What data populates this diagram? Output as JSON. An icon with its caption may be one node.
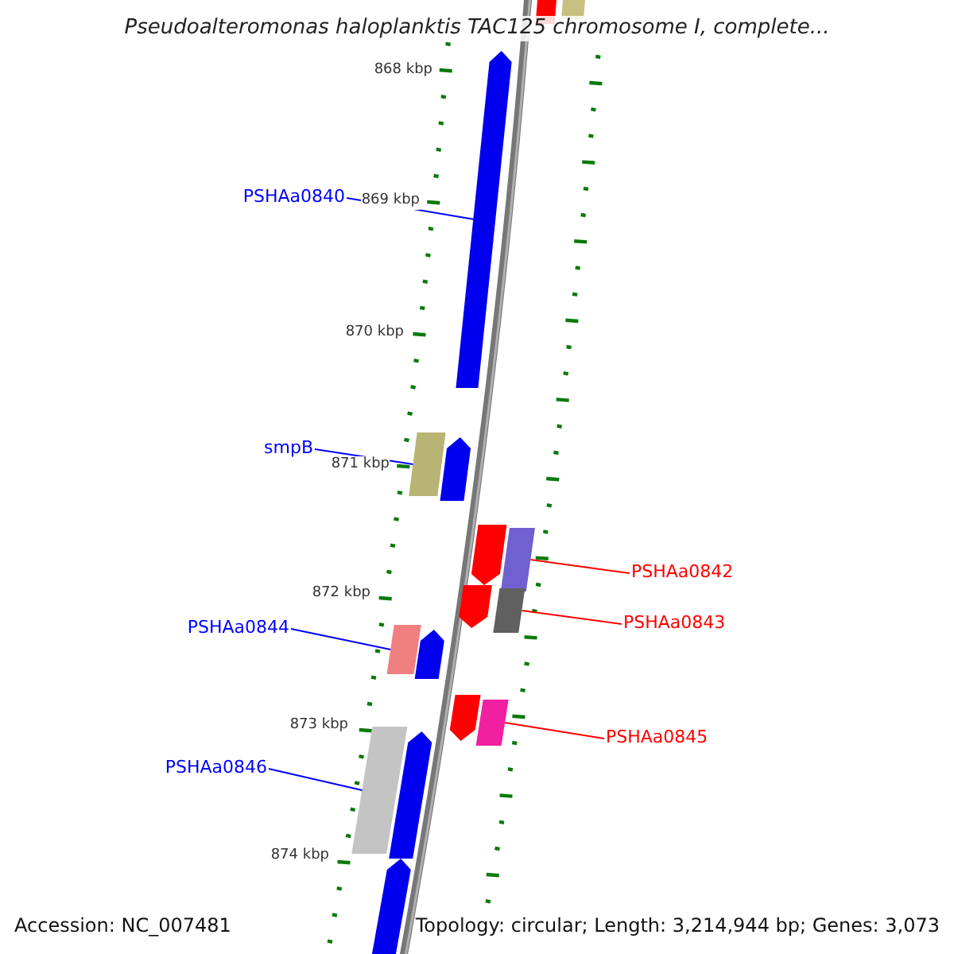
{
  "diagram": {
    "title": "Pseudoalteromonas haloplanktis TAC125 chromosome I, complete...",
    "nodes": [
      {
        "text": [
          "PSHAa0840"
        ]
      },
      {
        "text": [],
        "shape": "bar"
      },
      {
        "text": [
          "smpB"
        ]
      },
      {
        "text": [],
        "shape": "bar"
      },
      {
        "text": [
          "PSHAa0842"
        ]
      },
      {
        "text": [],
        "shape": "bar"
      },
      {
        "text": [
          "PSHAa0843"
        ]
      },
      {
        "text": [],
        "shape": "bar"
      },
      {
        "text": [
          "PSHAa0844"
        ]
      },
      {
        "text": [],
        "shape": "bar"
      },
      {
        "text": [
          "PSHAa0845"
        ]
      },
      {
        "text": [],
        "shape": "bar"
      },
      {
        "text": [
          "PSHAa0846"
        ]
      },
      {
        "text": [],
        "shape": "bar"
      },
      {
        "text": [],
        "shape": "bar"
      },
      {
        "text": [],
        "shape": "bar"
      },
      {
        "text": [],
        "shape": "bar"
      },
      {
        "text": [],
        "shape": "bar"
      },
      {
        "text": [],
        "shape": "bar"
      },
      {
        "text": [],
        "shape": "bar"
      },
      {
        "text": [],
        "shape": "bar"
      },
      {
        "text": [],
        "shape": "bar"
      },
      {
        "text": [],
        "shape": "bar"
      }
    ],
    "edges": [
      {
        "from": 0,
        "to": 1,
        "arrow": "none"
      },
      {
        "from": 2,
        "to": 3,
        "arrow": "none"
      },
      {
        "from": 4,
        "to": 5,
        "arrow": "none",
        "color": "#ff0000"
      },
      {
        "from": 6,
        "to": 7,
        "arrow": "none",
        "color": "#ff0000"
      },
      {
        "from": 8,
        "to": 9,
        "arrow": "none"
      },
      {
        "from": 10,
        "to": 11,
        "arrow": "none",
        "color": "#ff0000"
      },
      {
        "from": 12,
        "to": 13,
        "arrow": "none"
      }
    ],
    "labels": [
      "868 kbp",
      "869 kbp",
      "870 kbp",
      "871 kbp",
      "872 kbp",
      "873 kbp",
      "874 kbp",
      "Accession: NC_007481",
      "Topology: circular; Length: 3,214,944 bp; Genes: 3,073"
    ]
  }
}
